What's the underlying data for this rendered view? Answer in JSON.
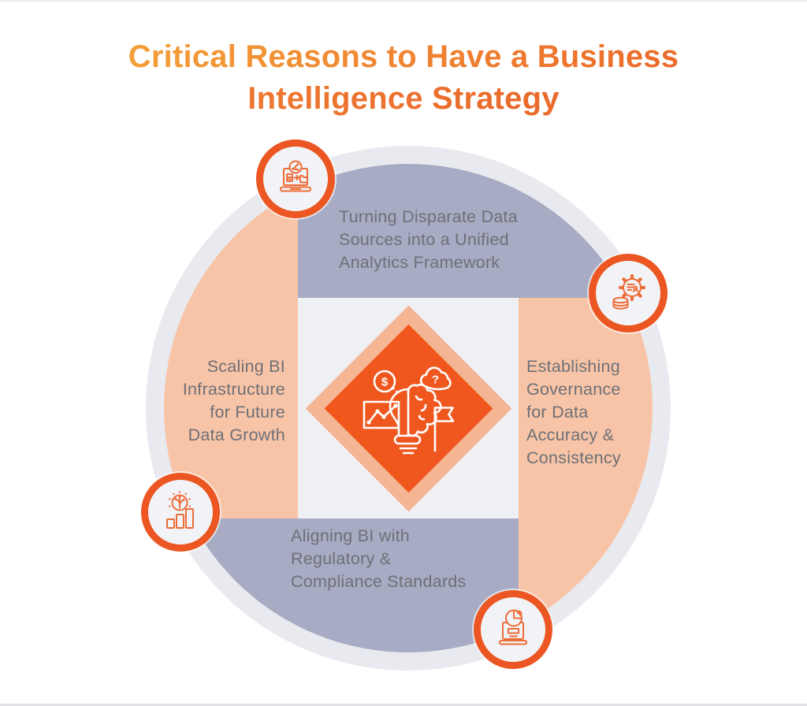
{
  "title": {
    "line1": "Critical Reasons to Have a Business",
    "line2": "Intelligence Strategy"
  },
  "segments": {
    "top": {
      "label_lines": [
        "Turning Disparate Data",
        "Sources into a Unified",
        "Analytics Framework"
      ],
      "icon": "data-transfer-laptop-icon",
      "color": "#a7abc3"
    },
    "right": {
      "label_lines": [
        "Establishing",
        "Governance",
        "for Data",
        "Accuracy &",
        "Consistency"
      ],
      "icon": "governance-gear-coins-icon",
      "color": "#f7c4a7"
    },
    "bottom": {
      "label_lines": [
        "Aligning BI with",
        "Regulatory &",
        "Compliance Standards"
      ],
      "icon": "compliance-laptop-pie-icon",
      "color": "#a7abc3"
    },
    "left": {
      "label_lines": [
        "Scaling BI",
        "Infrastructure",
        "for Future",
        "Data Growth"
      ],
      "icon": "growth-bars-idea-icon",
      "color": "#f7c4a7"
    }
  },
  "center": {
    "icon": "bi-brain-lightbulb-icon",
    "glyphs": {
      "coin": "$",
      "cloud": "?"
    }
  },
  "colors": {
    "title_gradient_start": "#f6ab3c",
    "title_gradient_end": "#e95e27",
    "band_gray": "#a7abc3",
    "band_peach": "#f7c4a7",
    "center_square": "#eef0f4",
    "halo": "#e8eaef",
    "diamond_fill": "#f0571f",
    "diamond_border": "#f3b593",
    "badge_ring": "#ec5622",
    "badge_bg": "#f2f3f6",
    "icon_stroke": "#ee6c38",
    "text_gray": "#6e7077"
  }
}
